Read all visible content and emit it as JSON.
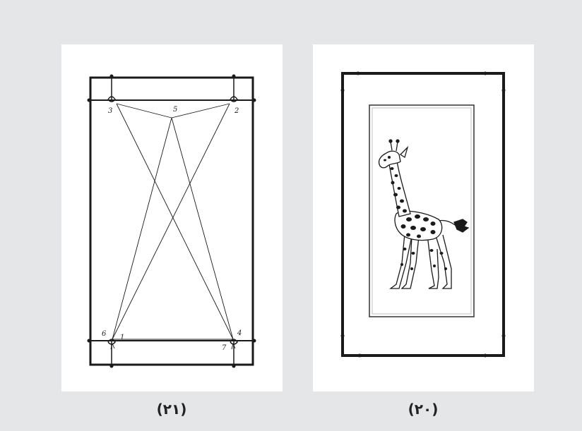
{
  "figures": {
    "left": {
      "caption": "(۲۱)",
      "point_labels": [
        "1",
        "2",
        "3",
        "4",
        "5",
        "6",
        "7"
      ]
    },
    "right": {
      "caption": "(۲۰)"
    }
  },
  "colors": {
    "background": "#e5e6e8",
    "panel": "#ffffff",
    "ink": "#1a1a1a"
  }
}
